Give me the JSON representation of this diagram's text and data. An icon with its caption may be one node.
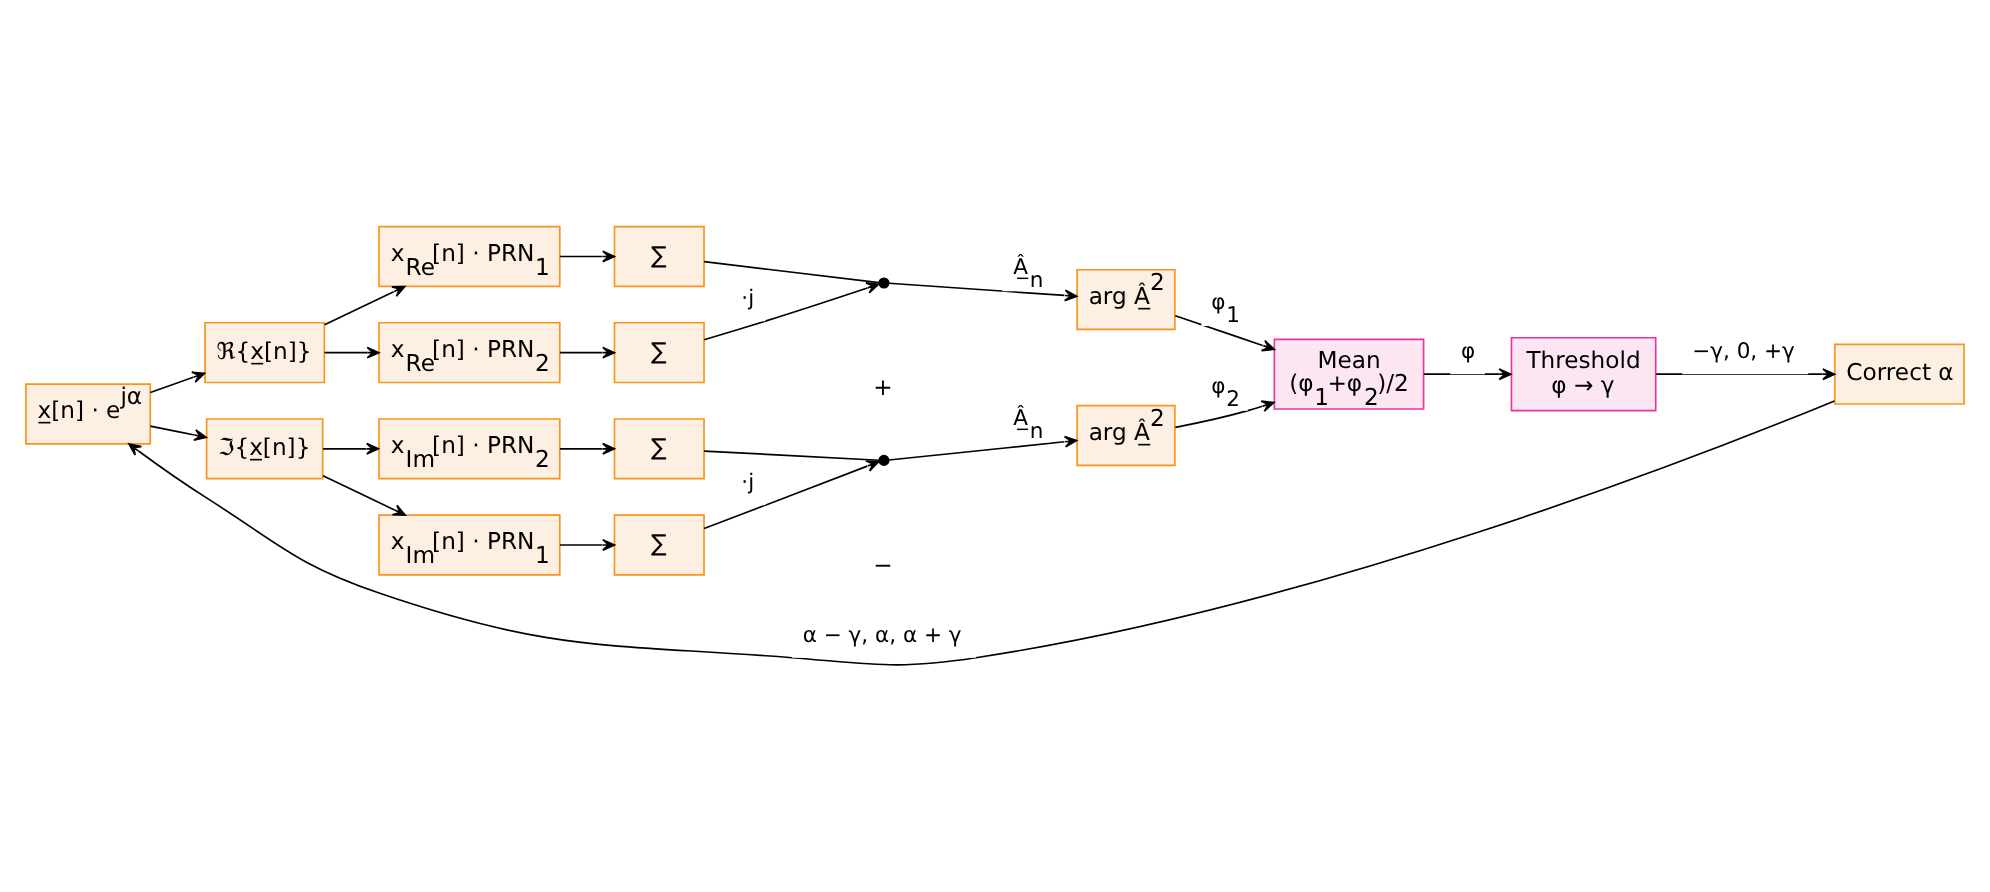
{
  "diagram": {
    "nodes": [
      {
        "text": [
          "x̲[n] · e$^{jα}$"
        ]
      },
      {
        "text": [
          "ℜ{x̲[n]}"
        ]
      },
      {
        "text": [
          "ℑ{x̲[n]}"
        ]
      },
      {
        "text": [
          "x$_{Re}$[n] · PRN$_{1}$"
        ]
      },
      {
        "text": [
          "x$_{Re}$[n] · PRN$_{2}$"
        ]
      },
      {
        "text": [
          "x$_{Im}$[n] · PRN$_{2}$"
        ]
      },
      {
        "text": [
          "x$_{Im}$[n] · PRN$_{1}$"
        ]
      },
      {
        "text": [
          "∑"
        ]
      },
      {
        "text": [
          "∑"
        ]
      },
      {
        "text": [
          "∑"
        ]
      },
      {
        "text": [
          "∑"
        ]
      },
      {
        "text": [],
        "shape": "circle"
      },
      {
        "text": [],
        "shape": "circle"
      },
      {
        "text": [
          "arg Â̲$^{2}$"
        ]
      },
      {
        "text": [
          "arg Â̲$^{2}$"
        ]
      },
      {
        "text": [
          "Mean",
          "(φ$_{1}$+φ$_{2}$)/2"
        ]
      },
      {
        "text": [
          "Threshold",
          "φ → γ"
        ]
      },
      {
        "text": [
          "Correct α"
        ]
      }
    ],
    "edges": [
      {
        "from": 0,
        "to": 1,
        "arrow": "to"
      },
      {
        "from": 0,
        "to": 2,
        "arrow": "to"
      },
      {
        "from": 1,
        "to": 3,
        "arrow": "to"
      },
      {
        "from": 1,
        "to": 4,
        "arrow": "to"
      },
      {
        "from": 2,
        "to": 5,
        "arrow": "to"
      },
      {
        "from": 2,
        "to": 6,
        "arrow": "to"
      },
      {
        "from": 3,
        "to": 7,
        "arrow": "to"
      },
      {
        "from": 4,
        "to": 8,
        "arrow": "to"
      },
      {
        "from": 5,
        "to": 9,
        "arrow": "to"
      },
      {
        "from": 6,
        "to": 10,
        "arrow": "to"
      },
      {
        "from": 7,
        "to": 11,
        "arrow": "none"
      },
      {
        "from": 8,
        "to": 11,
        "arrow": "to",
        "label": "·j"
      },
      {
        "from": 9,
        "to": 12,
        "arrow": "none"
      },
      {
        "from": 10,
        "to": 12,
        "arrow": "to",
        "label": "·j"
      },
      {
        "from": 11,
        "to": 13,
        "arrow": "to",
        "label": "Â̲$_{n}$"
      },
      {
        "from": 12,
        "to": 14,
        "arrow": "to",
        "label": "Â̲$_{n}$"
      },
      {
        "from": 13,
        "to": 15,
        "arrow": "to",
        "label": "φ$_{1}$"
      },
      {
        "from": 14,
        "to": 15,
        "arrow": "to",
        "label": "φ$_{2}$"
      },
      {
        "from": 15,
        "to": 16,
        "arrow": "to",
        "label": "φ"
      },
      {
        "from": 16,
        "to": 17,
        "arrow": "to",
        "label": "−γ, 0, +γ"
      },
      {
        "from": 17,
        "to": 0,
        "arrow": "to",
        "label": "α − γ, α, α + γ"
      }
    ],
    "labels": [
      "+",
      "−"
    ]
  }
}
